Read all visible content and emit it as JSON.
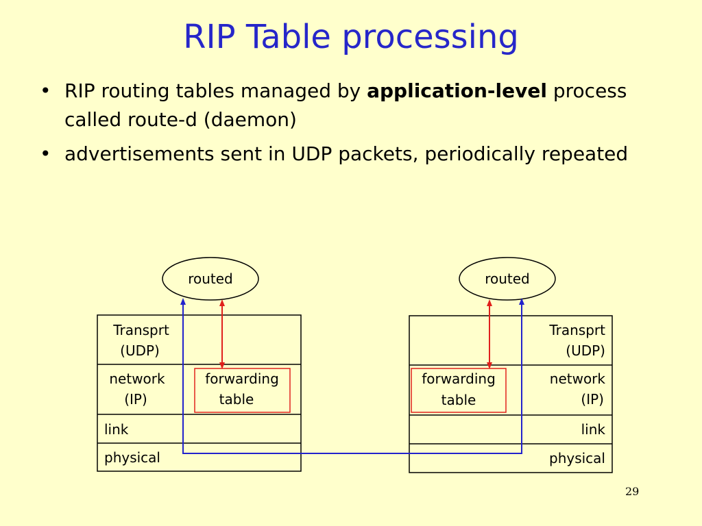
{
  "slide": {
    "title": "RIP Table processing",
    "page_number": "29"
  },
  "bullets": [
    {
      "marker": "•",
      "before": "RIP routing tables managed by ",
      "bold": "application-level",
      "after": " process called route-d (daemon)"
    },
    {
      "marker": "•",
      "text": "advertisements sent in UDP packets, periodically repeated"
    }
  ],
  "diagram": {
    "left": {
      "daemon": "routed",
      "layers": {
        "transport": [
          "Transprt",
          "(UDP)"
        ],
        "network": [
          "network",
          "(IP)"
        ],
        "link": "link",
        "physical": "physical"
      },
      "forwarding_table": [
        "forwarding",
        "table"
      ]
    },
    "right": {
      "daemon": "routed",
      "layers": {
        "transport": [
          "Transprt",
          "(UDP)"
        ],
        "network": [
          "network",
          "(IP)"
        ],
        "link": "link",
        "physical": "physical"
      },
      "forwarding_table": [
        "forwarding",
        "table"
      ]
    },
    "colors": {
      "ip_path": "#2222cc",
      "table_update": "#e0201c",
      "box_border": "#000000",
      "table_border": "#e0201c"
    }
  }
}
